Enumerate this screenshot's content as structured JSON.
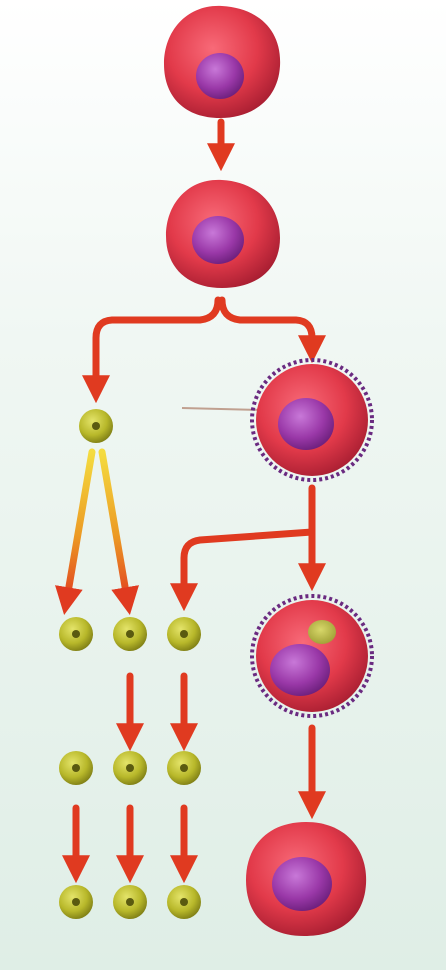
{
  "diagram": {
    "cells": [
      {
        "id": "cell-stage-1",
        "kind": "large-red-cell"
      },
      {
        "id": "cell-stage-2",
        "kind": "large-red-cell"
      },
      {
        "id": "cell-stage-3",
        "kind": "large-red-cell-spiked-outline"
      },
      {
        "id": "cell-stage-4",
        "kind": "large-red-cell-spiked-outline-with-inclusion"
      },
      {
        "id": "cell-stage-5",
        "kind": "large-red-cell"
      }
    ],
    "particle_count": 10,
    "colors": {
      "background_top": "#ffffff",
      "background_bottom": "#dfeee6",
      "arrow": "#e03a20",
      "arrow_dark": "#b0281a",
      "yellow_arrow": "#f0c81e",
      "cell_red": "#e23a4a",
      "cell_dark": "#a01a2e",
      "nucleus": "#9a38a8",
      "particle": "#b8b82a",
      "spike_outline": "#6a2a80",
      "indicator_line": "#c0a090"
    }
  }
}
